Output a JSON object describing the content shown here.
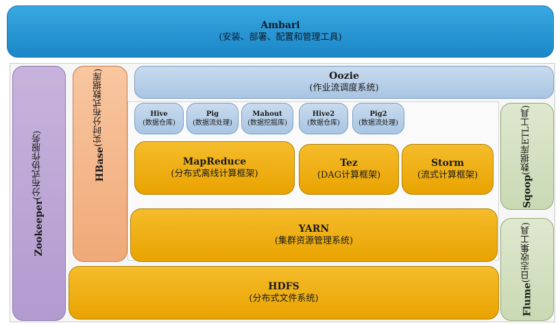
{
  "ambari": {
    "title": "Ambari",
    "subtitle": "(安装、部署、配置和管理工具)"
  },
  "oozie": {
    "title": "Oozie",
    "subtitle": "(作业流调度系统)"
  },
  "zookeeper": {
    "title": "Zookeeper",
    "subtitle": "(分布式协作服务)"
  },
  "hbase": {
    "title": "HBase",
    "subtitle": "(实时分布式数据库)"
  },
  "tools": [
    {
      "title": "Hive",
      "subtitle": "(数据仓库)"
    },
    {
      "title": "Pig",
      "subtitle": "(数据流处理)"
    },
    {
      "title": "Mahout",
      "subtitle": "(数据挖掘库)"
    },
    {
      "title": "Hive2",
      "subtitle": "(数据仓库)"
    },
    {
      "title": "Pig2",
      "subtitle": "(数据流处理)"
    }
  ],
  "mapreduce": {
    "title": "MapReduce",
    "subtitle": "(分布式离线计算框架)"
  },
  "tez": {
    "title": "Tez",
    "subtitle": "(DAG计算框架)"
  },
  "storm": {
    "title": "Storm",
    "subtitle": "(流式计算框架)"
  },
  "yarn": {
    "title": "YARN",
    "subtitle": "(集群资源管理系统)"
  },
  "hdfs": {
    "title": "HDFS",
    "subtitle": "(分布式文件系统)"
  },
  "sqoop": {
    "title": "Sqoop",
    "subtitle": "(数据库ETL工具)"
  },
  "flume": {
    "title": "Flume",
    "subtitle": "(日志收集工具)"
  }
}
